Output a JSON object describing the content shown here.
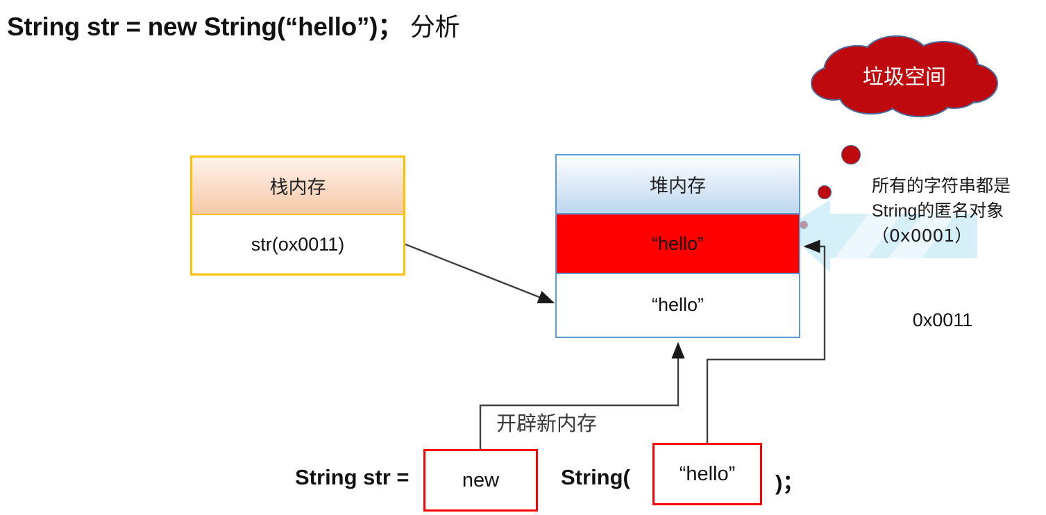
{
  "title": {
    "code": "String str = new String(“hello”)；",
    "suffix": "分析"
  },
  "stack": {
    "header": "栈内存",
    "cell": "str(ox0011)",
    "border_color": "#FFC000"
  },
  "heap": {
    "header": "堆内存",
    "row_red": "“hello”",
    "row_white": "“hello”",
    "border_color": "#5B9BD5",
    "red_color": "#FF0000"
  },
  "cloud": {
    "label": "垃圾空间",
    "fill": "#BE0A0F",
    "stroke": "#4A6A9B"
  },
  "annotation": {
    "line1": "所有的字符串都是",
    "line2": "String的匿名对象",
    "line3": "（0x0001）",
    "address": "0x0011",
    "banner_color": "#C7E9F9"
  },
  "labels": {
    "new_memory": "开辟新内存"
  },
  "code": {
    "prefix": "String  str =",
    "box_new": "new",
    "middle": "String(",
    "box_literal": "“hello”",
    "suffix": ")；",
    "box_border": "#FF0000"
  }
}
